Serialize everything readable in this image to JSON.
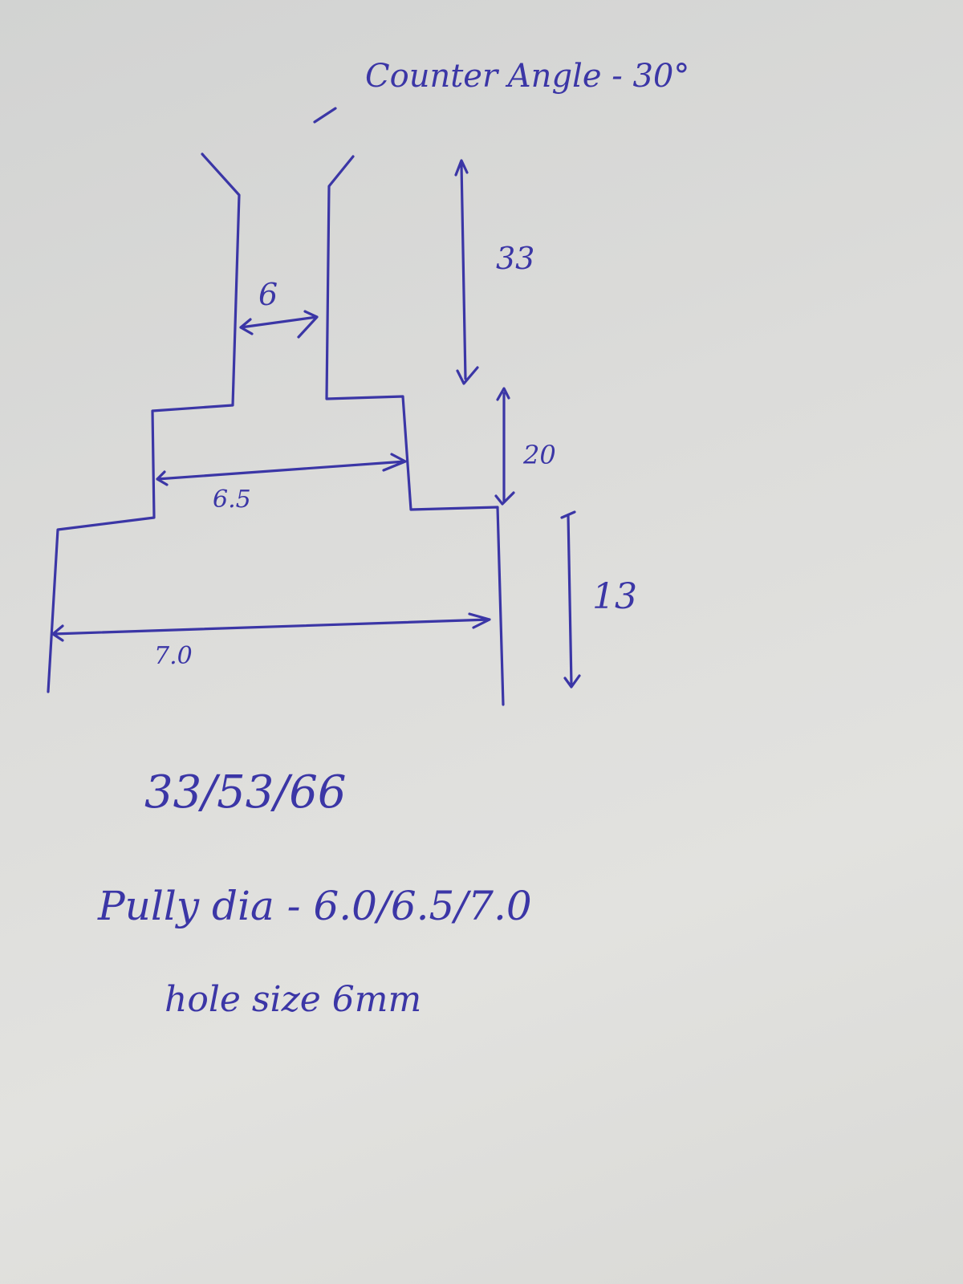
{
  "title_note": "Counter Angle - 30°",
  "dimensions": {
    "bore_width": "6",
    "upper_height": "33",
    "middle_height": "20",
    "lower_height": "13",
    "middle_diameter": "6.5",
    "lower_diameter": "7.0"
  },
  "notes": {
    "heights": "33/53/66",
    "pulley_dia": "Pully dia - 6.0/6.5/7.0",
    "hole_size": "hole size 6mm"
  },
  "colors": {
    "ink": "#3b36a6",
    "paper": "#dcdcda"
  }
}
